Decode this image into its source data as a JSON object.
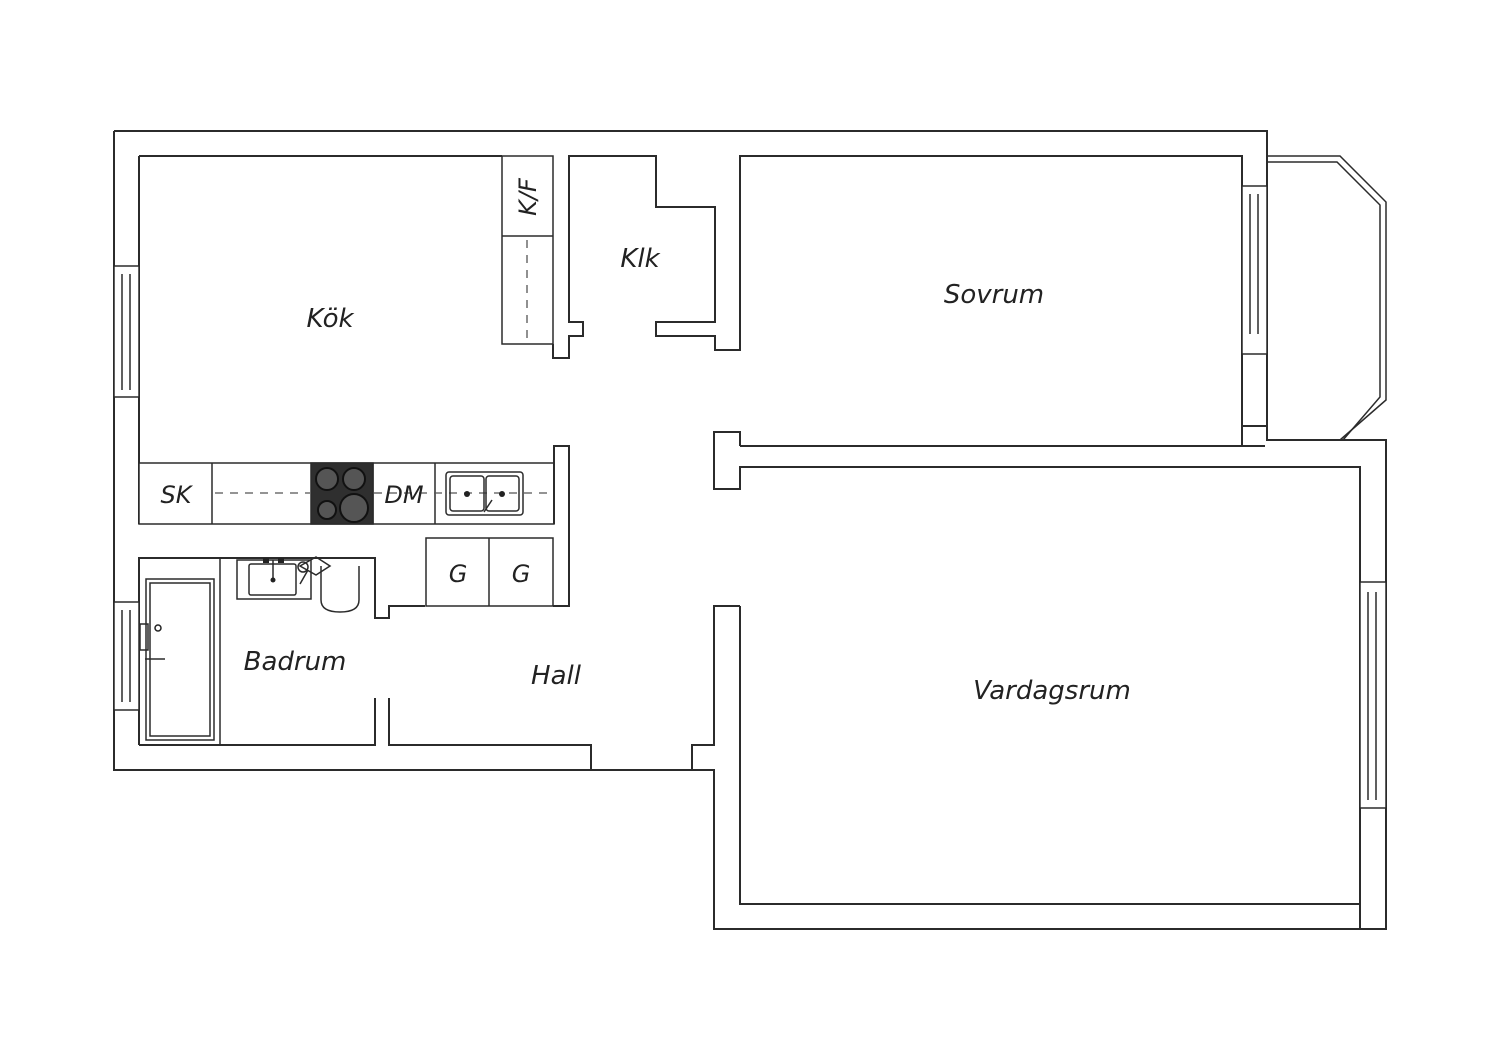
{
  "rooms": {
    "kok": "Kök",
    "klk": "Klk",
    "sovrum": "Sovrum",
    "vardagsrum": "Vardagsrum",
    "badrum": "Badrum",
    "hall": "Hall"
  },
  "fixtures": {
    "kf": "K/F",
    "sk": "SK",
    "dm": "DM",
    "g1": "G",
    "g2": "G"
  },
  "colors": {
    "wall": "#2b2b2b",
    "hob": "#2f2f2f",
    "background": "#ffffff"
  }
}
